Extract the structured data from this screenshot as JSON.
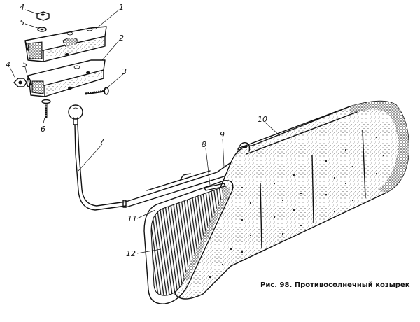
{
  "labels": {
    "l1": "1",
    "l2": "2",
    "l3": "3",
    "l4a": "4",
    "l4b": "4",
    "l5a": "5",
    "l5b": "5",
    "l6": "6",
    "l7": "7",
    "l8": "8",
    "l9": "9",
    "l10": "10",
    "l11": "11",
    "l12": "12"
  },
  "caption": "Рис. 98. Противосолнечный козырек"
}
